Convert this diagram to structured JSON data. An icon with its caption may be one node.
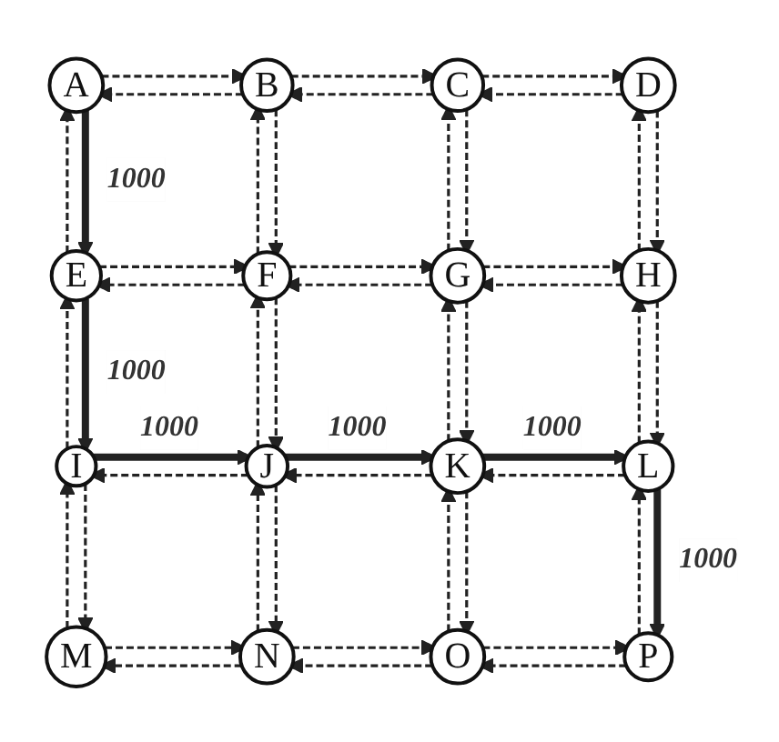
{
  "diagram": {
    "nodes": [
      {
        "text": [
          "A"
        ]
      },
      {
        "text": [
          "B"
        ]
      },
      {
        "text": [
          "C"
        ]
      },
      {
        "text": [
          "D"
        ]
      },
      {
        "text": [
          "E"
        ]
      },
      {
        "text": [
          "F"
        ]
      },
      {
        "text": [
          "G"
        ]
      },
      {
        "text": [
          "H"
        ]
      },
      {
        "text": [
          "I"
        ]
      },
      {
        "text": [
          "J"
        ]
      },
      {
        "text": [
          "K"
        ]
      },
      {
        "text": [
          "L"
        ]
      },
      {
        "text": [
          "M"
        ]
      },
      {
        "text": [
          "N"
        ]
      },
      {
        "text": [
          "O"
        ]
      },
      {
        "text": [
          "P"
        ]
      }
    ],
    "edges": [
      {
        "from": 0,
        "to": 1,
        "arrow": "to",
        "style": "dashed"
      },
      {
        "from": 1,
        "to": 2,
        "arrow": "to",
        "style": "dashed"
      },
      {
        "from": 2,
        "to": 3,
        "arrow": "to",
        "style": "dashed"
      },
      {
        "from": 0,
        "to": 4,
        "arrow": "to",
        "style": "thick",
        "label": "1000"
      },
      {
        "from": 1,
        "to": 5,
        "arrow": "to",
        "style": "dashed"
      },
      {
        "from": 2,
        "to": 6,
        "arrow": "to",
        "style": "dashed"
      },
      {
        "from": 3,
        "to": 7,
        "arrow": "to",
        "style": "dashed"
      },
      {
        "from": 4,
        "to": 5,
        "arrow": "to",
        "style": "dashed"
      },
      {
        "from": 5,
        "to": 6,
        "arrow": "to",
        "style": "dashed"
      },
      {
        "from": 6,
        "to": 7,
        "arrow": "to",
        "style": "dashed"
      },
      {
        "from": 4,
        "to": 8,
        "arrow": "to",
        "style": "thick",
        "label": "1000"
      },
      {
        "from": 5,
        "to": 9,
        "arrow": "to",
        "style": "dashed"
      },
      {
        "from": 6,
        "to": 10,
        "arrow": "to",
        "style": "dashed"
      },
      {
        "from": 7,
        "to": 11,
        "arrow": "to",
        "style": "dashed"
      },
      {
        "from": 8,
        "to": 9,
        "arrow": "to",
        "style": "thick",
        "label": "1000"
      },
      {
        "from": 9,
        "to": 10,
        "arrow": "to",
        "style": "thick",
        "label": "1000"
      },
      {
        "from": 10,
        "to": 11,
        "arrow": "to",
        "style": "thick",
        "label": "1000"
      },
      {
        "from": 8,
        "to": 12,
        "arrow": "to",
        "style": "dashed"
      },
      {
        "from": 9,
        "to": 13,
        "arrow": "to",
        "style": "dashed"
      },
      {
        "from": 10,
        "to": 14,
        "arrow": "to",
        "style": "dashed"
      },
      {
        "from": 11,
        "to": 15,
        "arrow": "to",
        "style": "thick",
        "label": "1000"
      },
      {
        "from": 12,
        "to": 13,
        "arrow": "to",
        "style": "dashed"
      },
      {
        "from": 13,
        "to": 14,
        "arrow": "to",
        "style": "dashed"
      },
      {
        "from": 14,
        "to": 15,
        "arrow": "to",
        "style": "dashed"
      },
      {
        "from": 1,
        "to": 0,
        "arrow": "to",
        "style": "dashed"
      },
      {
        "from": 2,
        "to": 1,
        "arrow": "to",
        "style": "dashed"
      },
      {
        "from": 3,
        "to": 2,
        "arrow": "to",
        "style": "dashed"
      },
      {
        "from": 4,
        "to": 0,
        "arrow": "to",
        "style": "dashed"
      },
      {
        "from": 5,
        "to": 1,
        "arrow": "to",
        "style": "dashed"
      },
      {
        "from": 6,
        "to": 2,
        "arrow": "to",
        "style": "dashed"
      },
      {
        "from": 7,
        "to": 3,
        "arrow": "to",
        "style": "dashed"
      },
      {
        "from": 5,
        "to": 4,
        "arrow": "to",
        "style": "dashed"
      },
      {
        "from": 6,
        "to": 5,
        "arrow": "to",
        "style": "dashed"
      },
      {
        "from": 7,
        "to": 6,
        "arrow": "to",
        "style": "dashed"
      },
      {
        "from": 8,
        "to": 4,
        "arrow": "to",
        "style": "dashed"
      },
      {
        "from": 9,
        "to": 5,
        "arrow": "to",
        "style": "dashed"
      },
      {
        "from": 10,
        "to": 6,
        "arrow": "to",
        "style": "dashed"
      },
      {
        "from": 11,
        "to": 7,
        "arrow": "to",
        "style": "dashed"
      },
      {
        "from": 9,
        "to": 8,
        "arrow": "to",
        "style": "dashed"
      },
      {
        "from": 10,
        "to": 9,
        "arrow": "to",
        "style": "dashed"
      },
      {
        "from": 11,
        "to": 10,
        "arrow": "to",
        "style": "dashed"
      },
      {
        "from": 12,
        "to": 8,
        "arrow": "to",
        "style": "dashed"
      },
      {
        "from": 13,
        "to": 9,
        "arrow": "to",
        "style": "dashed"
      },
      {
        "from": 14,
        "to": 10,
        "arrow": "to",
        "style": "dashed"
      },
      {
        "from": 15,
        "to": 11,
        "arrow": "to",
        "style": "dashed"
      },
      {
        "from": 13,
        "to": 12,
        "arrow": "to",
        "style": "dashed"
      },
      {
        "from": 14,
        "to": 13,
        "arrow": "to",
        "style": "dashed"
      },
      {
        "from": 15,
        "to": 14,
        "arrow": "to",
        "style": "dashed"
      }
    ]
  }
}
